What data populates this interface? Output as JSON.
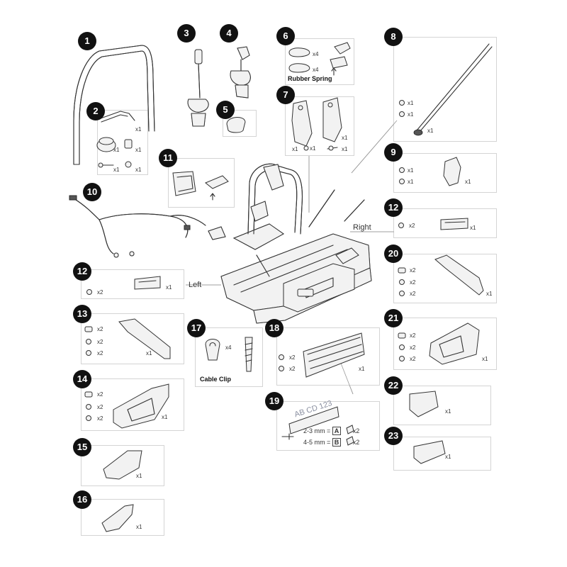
{
  "parts": [
    {
      "id": "p1",
      "number": "1"
    },
    {
      "id": "p2",
      "number": "2",
      "qty": [
        "x1",
        "x1",
        "x1",
        "x1",
        "x1"
      ]
    },
    {
      "id": "p3",
      "number": "3"
    },
    {
      "id": "p4",
      "number": "4"
    },
    {
      "id": "p5",
      "number": "5"
    },
    {
      "id": "p6",
      "number": "6",
      "qty": [
        "x4",
        "x4"
      ],
      "label": "Rubber Spring"
    },
    {
      "id": "p7",
      "number": "7",
      "qty": [
        "x1",
        "x1",
        "x1",
        "x1"
      ]
    },
    {
      "id": "p8",
      "number": "8",
      "qty": [
        "x1",
        "x1",
        "x1"
      ]
    },
    {
      "id": "p9",
      "number": "9",
      "qty": [
        "x1",
        "x1",
        "x1"
      ]
    },
    {
      "id": "p10",
      "number": "10"
    },
    {
      "id": "p11",
      "number": "11"
    },
    {
      "id": "p12r",
      "number": "12",
      "qty": [
        "x2",
        "x1"
      ]
    },
    {
      "id": "p12l",
      "number": "12",
      "qty": [
        "x2",
        "x1"
      ]
    },
    {
      "id": "p13",
      "number": "13",
      "qty": [
        "x2",
        "x2",
        "x2",
        "x1"
      ]
    },
    {
      "id": "p14",
      "number": "14",
      "qty": [
        "x2",
        "x2",
        "x2",
        "x1"
      ]
    },
    {
      "id": "p15",
      "number": "15",
      "qty": [
        "x1"
      ]
    },
    {
      "id": "p16",
      "number": "16",
      "qty": [
        "x1"
      ]
    },
    {
      "id": "p17",
      "number": "17",
      "qty": [
        "x4"
      ],
      "label": "Cable Clip"
    },
    {
      "id": "p18",
      "number": "18",
      "qty": [
        "x2",
        "x2",
        "x1"
      ]
    },
    {
      "id": "p19",
      "number": "19",
      "plate_text": "AB CD 123",
      "specs": [
        {
          "range": "2-3 mm =",
          "code": "A",
          "qty": "x2"
        },
        {
          "range": "4-5 mm =",
          "code": "B",
          "qty": "x2"
        }
      ]
    },
    {
      "id": "p20",
      "number": "20",
      "qty": [
        "x2",
        "x2",
        "x2",
        "x1"
      ]
    },
    {
      "id": "p21",
      "number": "21",
      "qty": [
        "x2",
        "x2",
        "x2",
        "x1"
      ]
    },
    {
      "id": "p22",
      "number": "22",
      "qty": [
        "x1"
      ]
    },
    {
      "id": "p23",
      "number": "23",
      "qty": [
        "x1"
      ]
    }
  ],
  "sides": {
    "left": "Left",
    "right": "Right"
  }
}
